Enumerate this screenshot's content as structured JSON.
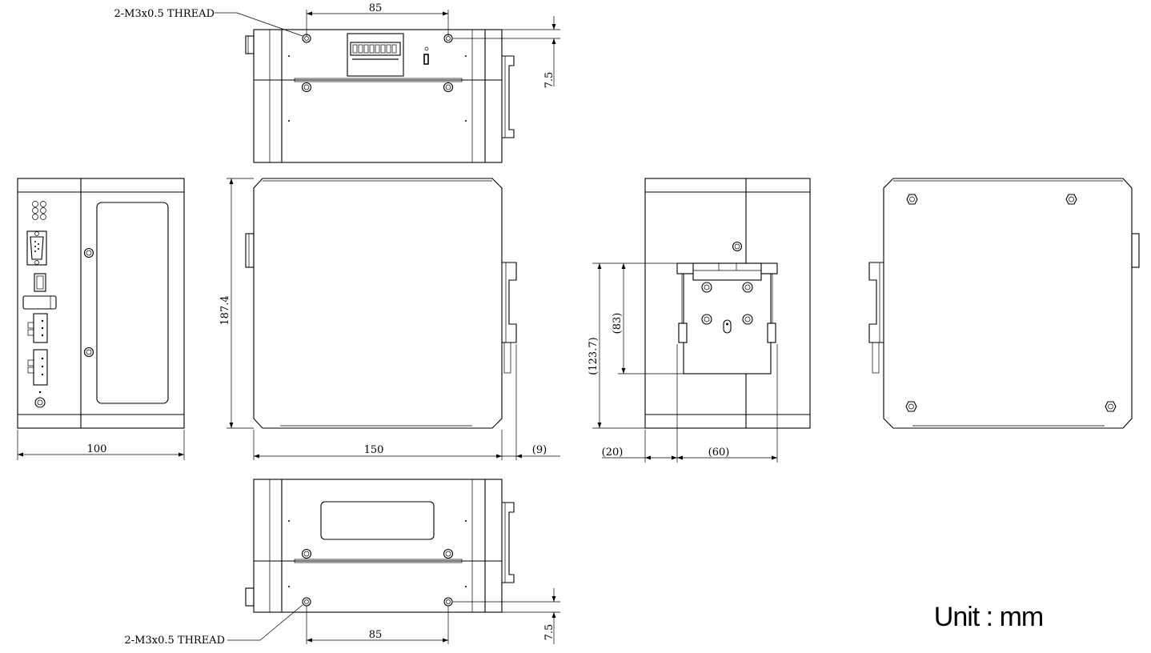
{
  "labels": {
    "thread_top": "2-M3x0.5 THREAD",
    "thread_bottom": "2-M3x0.5 THREAD",
    "unit": "Unit : mm"
  },
  "dimensions": {
    "top_hole_spacing": "85",
    "top_depth": "7.5",
    "bottom_hole_spacing": "85",
    "bottom_depth": "7.5",
    "front_width": "100",
    "side_height": "187.4",
    "side_width": "150",
    "din_clip_offset": "(9)",
    "rear_height_total": "(123.7)",
    "rear_height_clip": "(83)",
    "rear_left_offset": "(20)",
    "rear_clip_width": "(60)"
  }
}
